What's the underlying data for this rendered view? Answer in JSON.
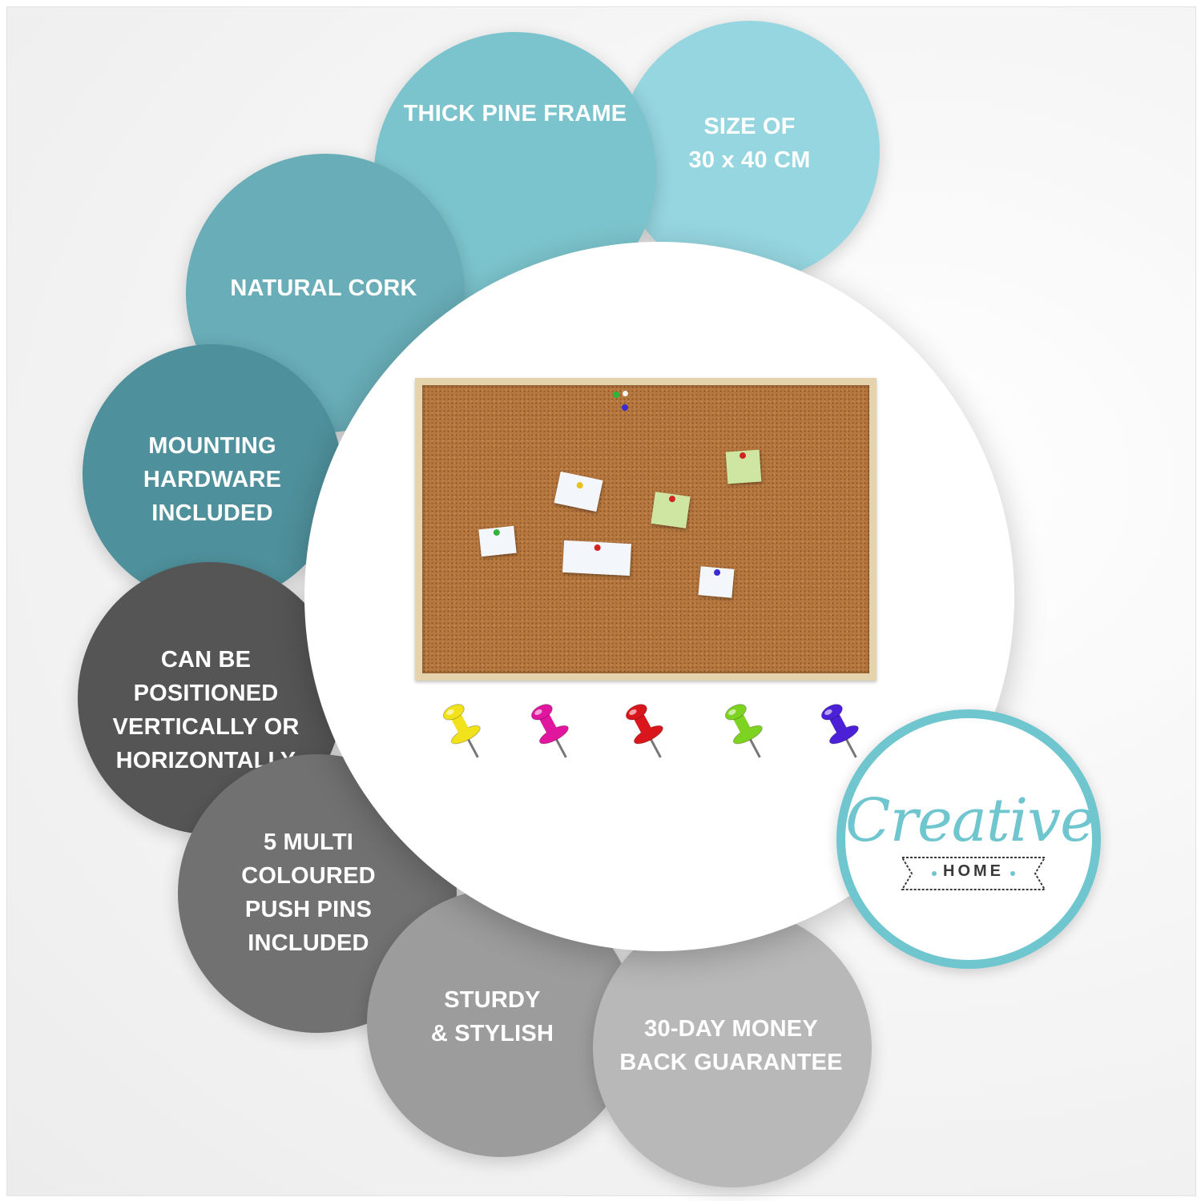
{
  "features": [
    {
      "text": "SIZE OF\n30 x 40 CM",
      "color": "#95d6e0"
    },
    {
      "text": "THICK PINE FRAME",
      "color": "#7cc4cd"
    },
    {
      "text": "NATURAL CORK",
      "color": "#68adb7"
    },
    {
      "text": "MOUNTING\nHARDWARE\nINCLUDED",
      "color": "#4e909b"
    },
    {
      "text": "CAN BE\nPOSITIONED\nVERTICALLY OR\nHORIZONTALLY",
      "color": "#555555"
    },
    {
      "text": "5 MULTI\nCOLOURED\nPUSH PINS\nINCLUDED",
      "color": "#717171"
    },
    {
      "text": "STURDY\n& STYLISH",
      "color": "#9c9c9c"
    },
    {
      "text": "30-DAY MONEY\nBACK GUARANTEE",
      "color": "#b8b8b8"
    }
  ],
  "product": {
    "board_icon": "cork-board-image",
    "push_pin_colors": [
      "#f2e21c",
      "#e0169e",
      "#d9161c",
      "#7ed321",
      "#4b20d6"
    ]
  },
  "logo": {
    "word": "Creative",
    "sub": "HOME",
    "accent": "#6fc6cf"
  }
}
